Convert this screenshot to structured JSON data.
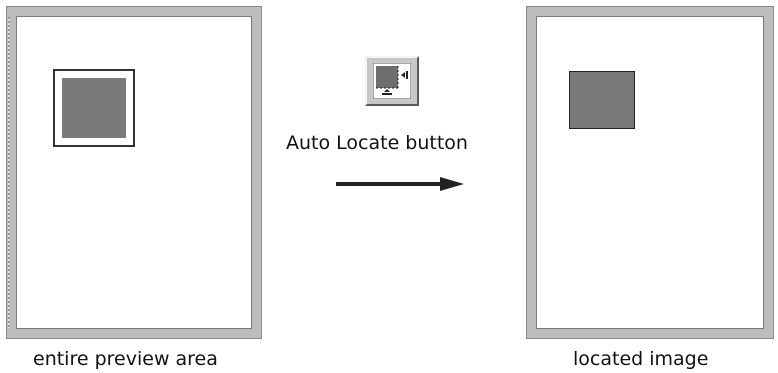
{
  "labels": {
    "auto_locate_button": "Auto Locate button",
    "entire_preview_area": "entire preview area",
    "located_image": "located image"
  },
  "icons": {
    "auto_locate": "auto-locate-icon",
    "arrow": "right-arrow-icon"
  },
  "colors": {
    "frame": "#bdbdbd",
    "photo": "#7a7a7a",
    "button_face": "#c8c8c8"
  }
}
